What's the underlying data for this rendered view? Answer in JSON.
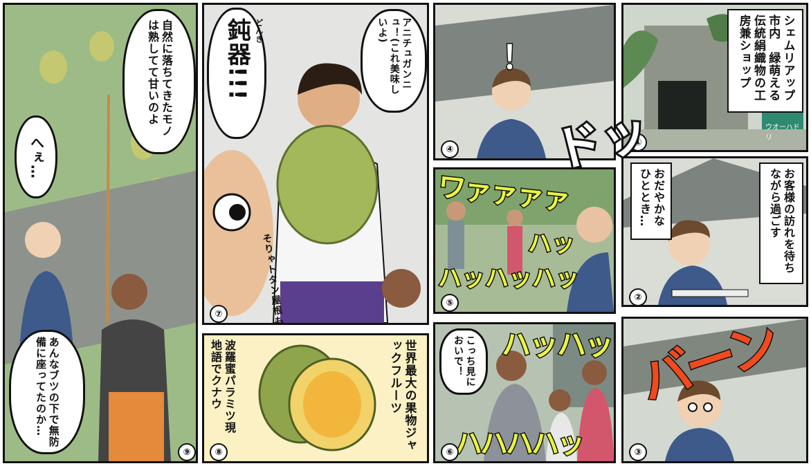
{
  "panel_numbers": {
    "p1": "①",
    "p2": "②",
    "p3": "③",
    "p4": "④",
    "p5": "⑤",
    "p6": "⑥",
    "p7": "⑦",
    "p8": "⑧",
    "p9": "⑨"
  },
  "panel1": {
    "caption": "シェムリアップ市内　緑萌える伝統絹織物の工房兼ショップ",
    "sign": "ウオーハドリ"
  },
  "panel2": {
    "caption1": "お客様の訪れを待ちながら過ごす",
    "caption2": "おだやかなひととき…"
  },
  "panel3": {
    "sfx": "バーン"
  },
  "panel4": {
    "sfx_bang": "ドッ",
    "exclaim": "！"
  },
  "panel5": {
    "sfx_wa": "ワァァァァ",
    "sfx_haha1": "ハッ",
    "sfx_haha2": "ハッハッハッ"
  },
  "panel6": {
    "speech": "こっち見においで！",
    "sfx_haha1": "ハッハッ",
    "sfx_haha2": "ハハハハッ"
  },
  "panel7": {
    "speech": "アニチュガンニュ！(これ美味しいよ)",
    "shout": "鈍器!!!",
    "ruby": "どんき",
    "small_text": "そりゃトタン屋根も凹むわ！"
  },
  "panel8": {
    "caption1": "世界最大の果物ジャックフルーツ",
    "caption2": "波羅蜜パラミツ現地語でクナウ"
  },
  "panel9": {
    "bubble1": "自然に落ちてきたモノは熟してて甘いのよ",
    "bubble2": "へぇ…",
    "caption": "あんなブツの下で無防備に座ってたのか…"
  },
  "colors": {
    "border": "#111111",
    "sfx_orange": "#f04a1e",
    "sfx_yellow": "#e9f542",
    "foliage": "#7ea866",
    "jackfruit": "#a3b85a"
  }
}
